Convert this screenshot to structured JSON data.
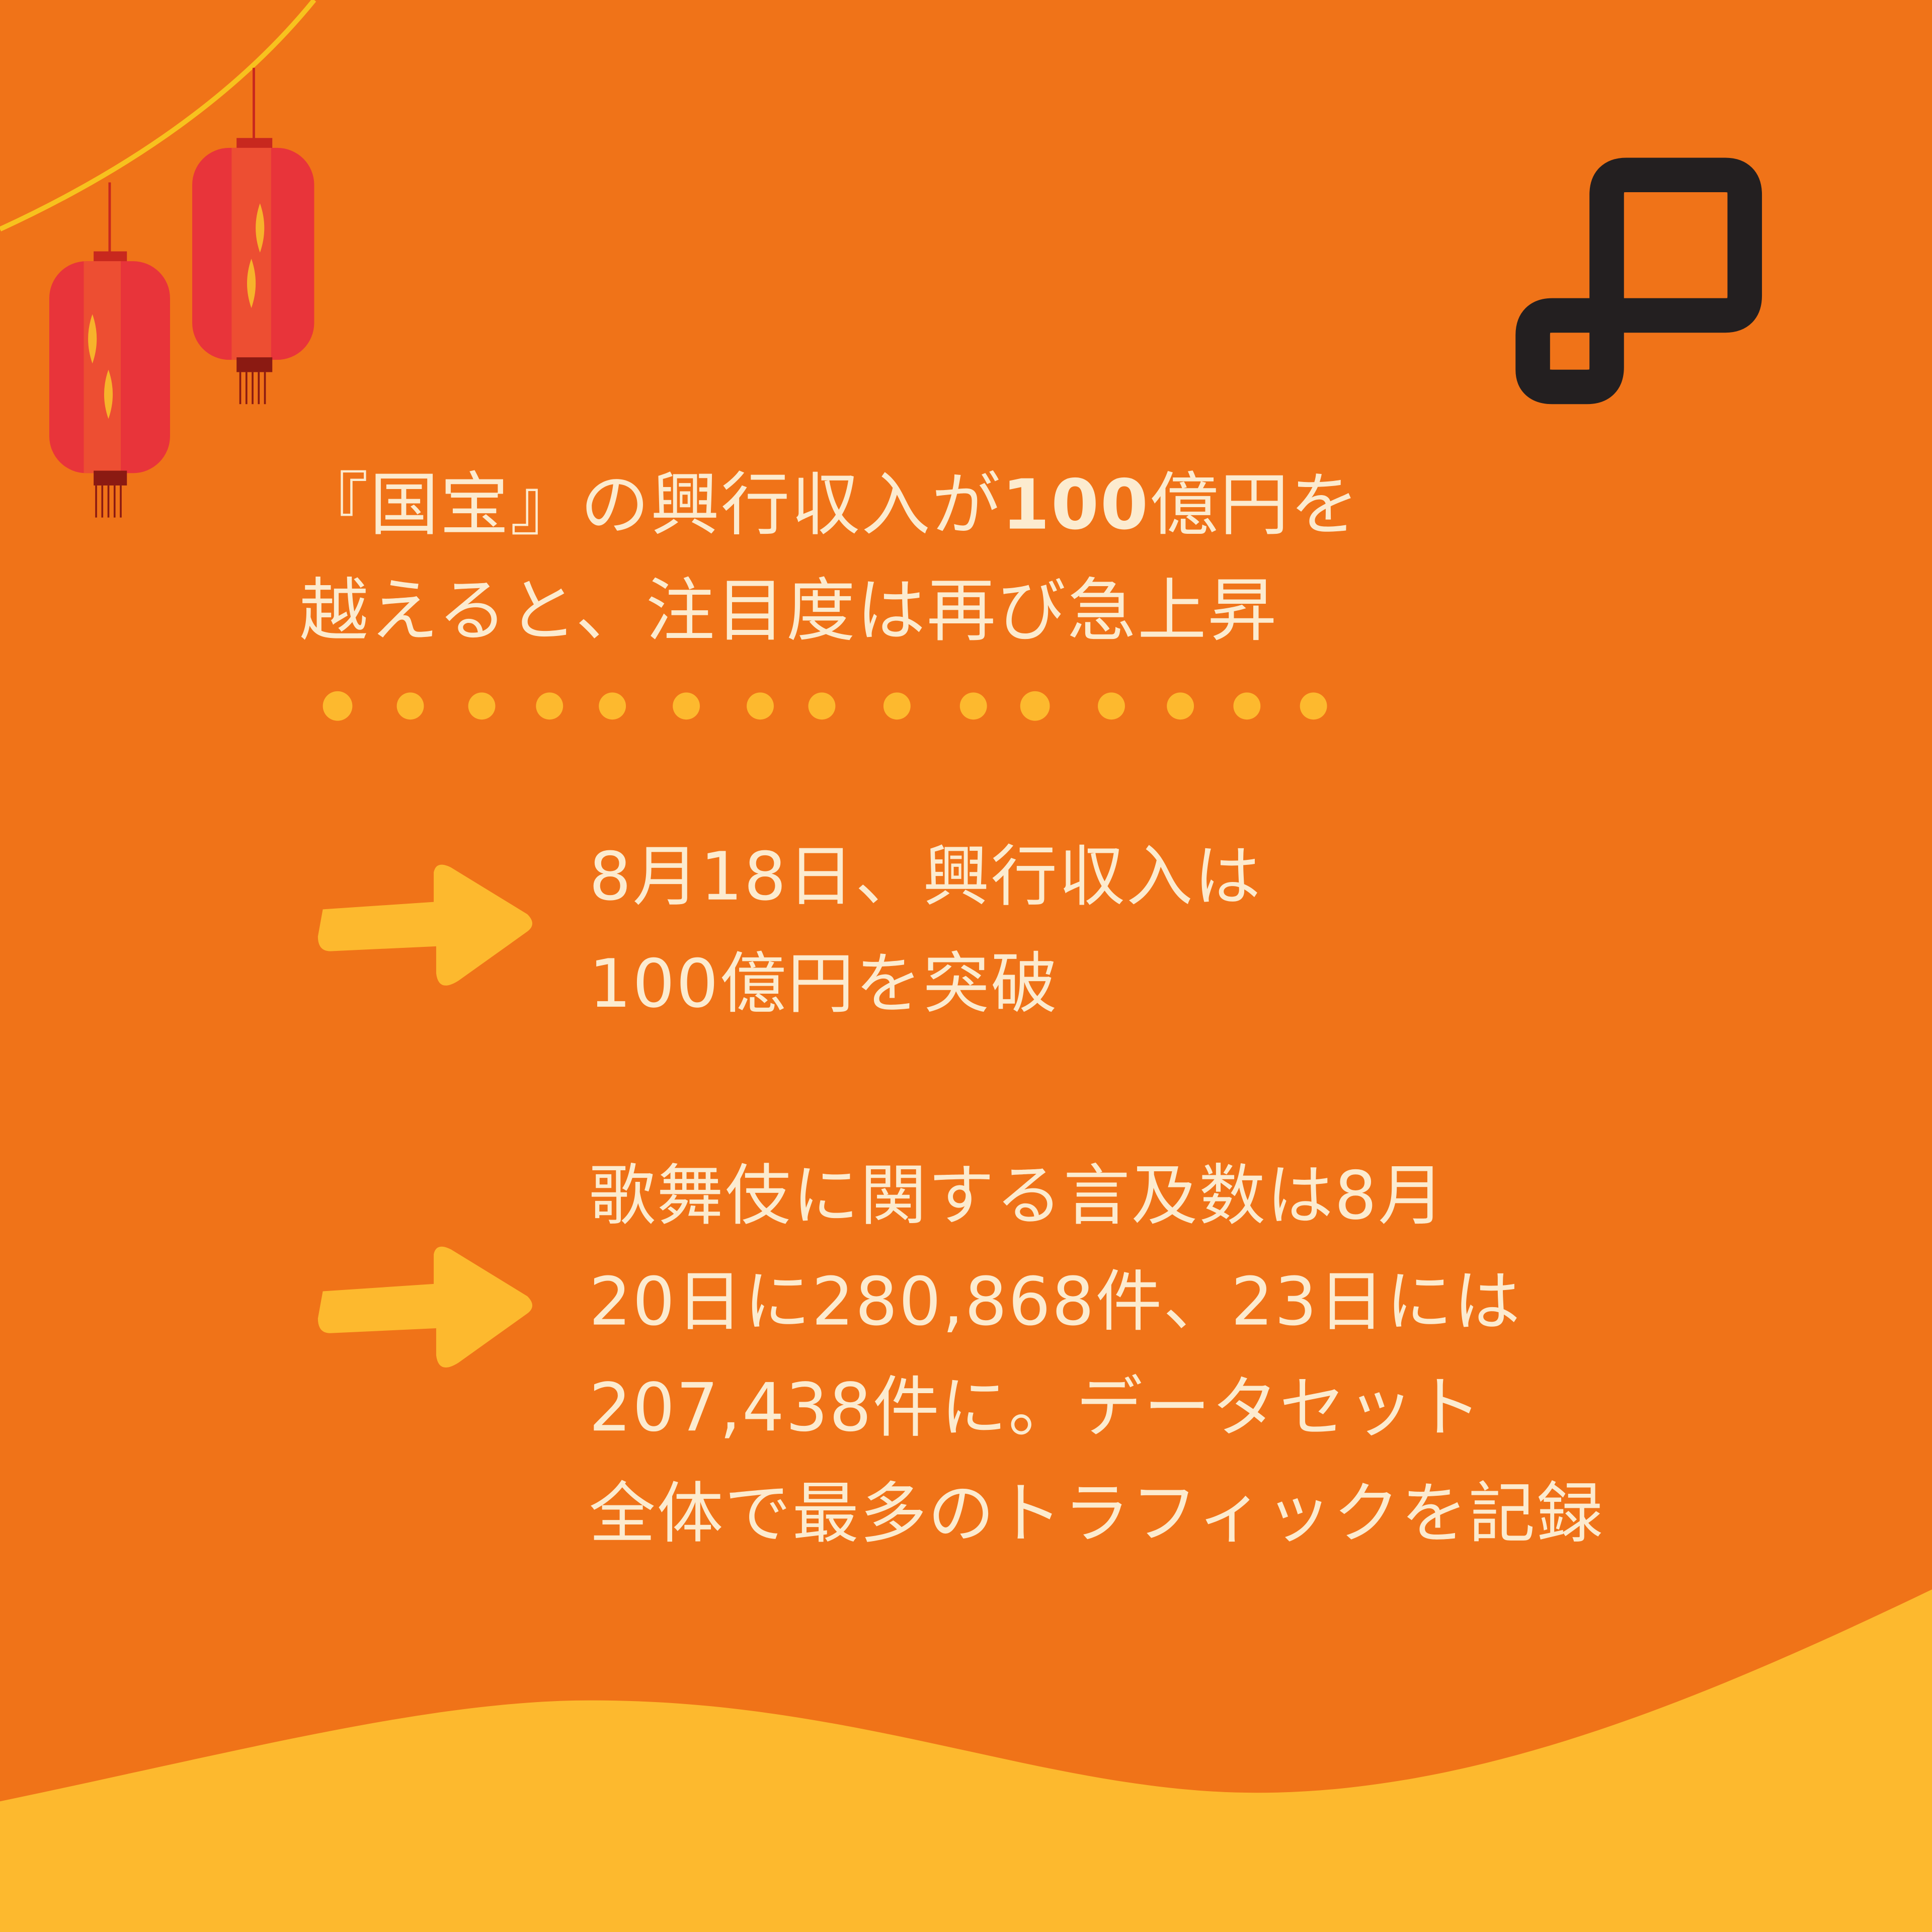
{
  "title": {
    "line1_pre": "『国宝』の興行収入が",
    "line1_bold": "100",
    "line1_post": "億円を",
    "line2": "越えると、注目度は再び急上昇"
  },
  "bullets": [
    {
      "lines": [
        "8月18日、興行収入は",
        "100億円を突破"
      ]
    },
    {
      "lines": [
        "歌舞伎に関する言及数は8月",
        "20日に280,868件、23日には",
        "207,438件に。データセット",
        "全体で最多のトラフィックを記録"
      ]
    }
  ],
  "colors": {
    "background": "#F07318",
    "accent": "#FDB92E",
    "text": "#FCEBCF",
    "lantern": "#E8343A",
    "logo": "#231F20"
  },
  "icons": [
    "lantern-icon",
    "logo-icon",
    "arrow-right-icon"
  ]
}
